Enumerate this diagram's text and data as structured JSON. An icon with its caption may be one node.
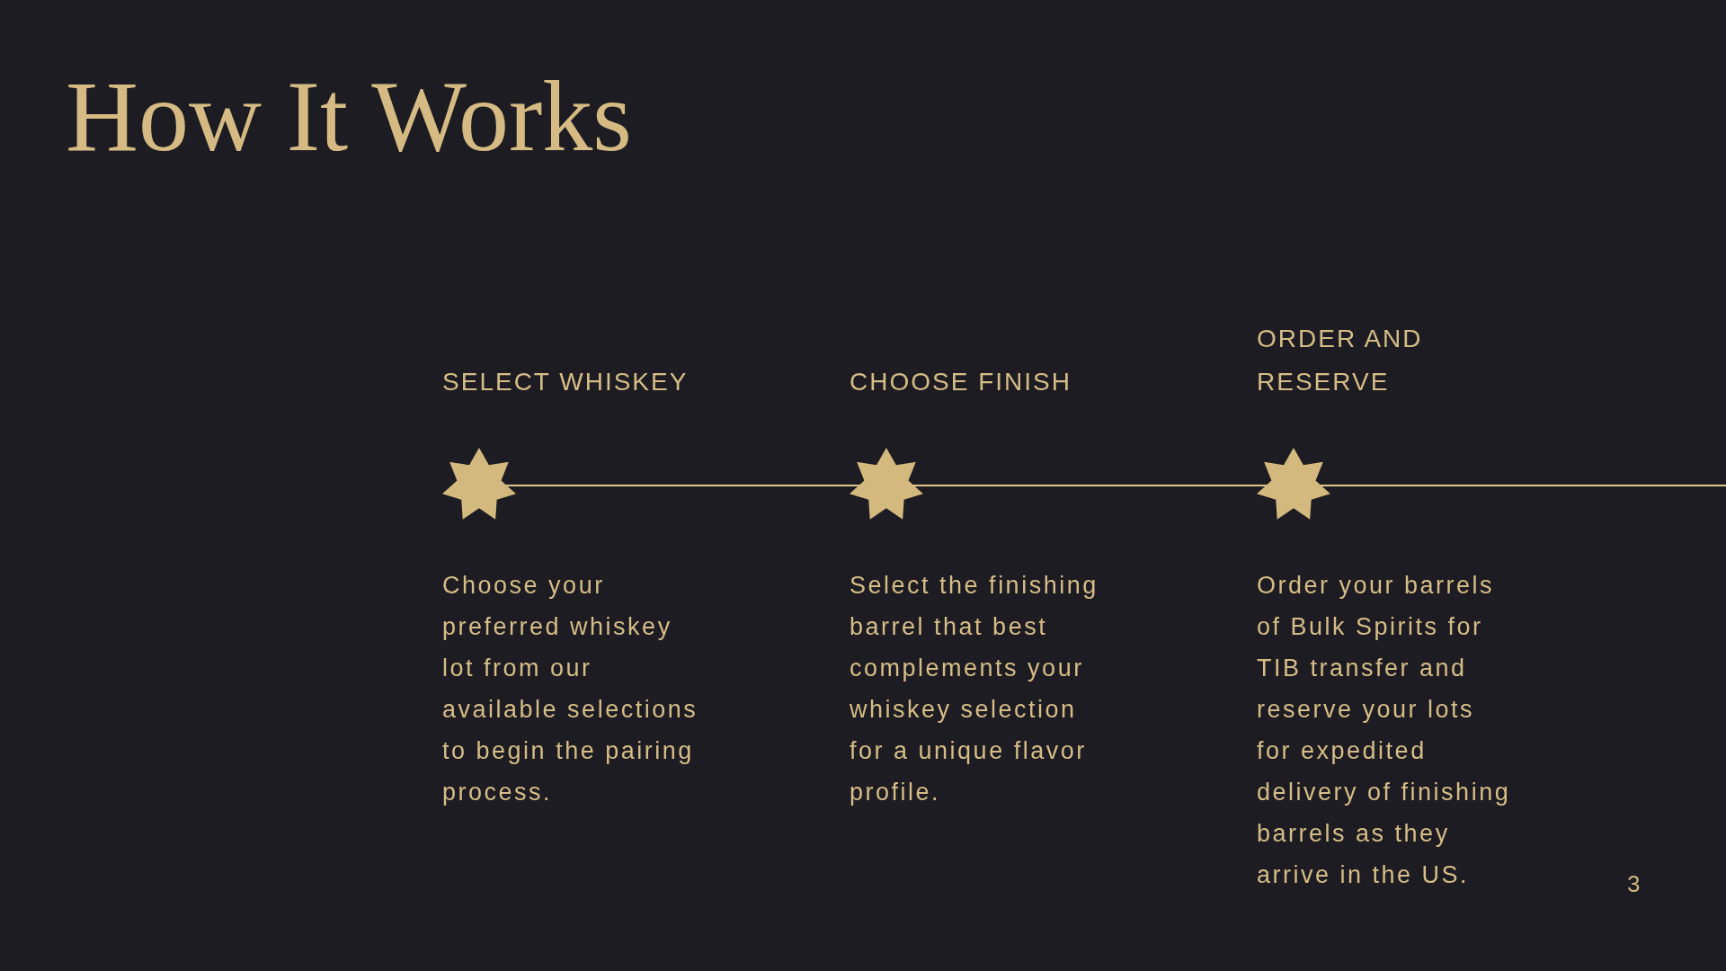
{
  "diagram": {
    "title": "How It Works",
    "nodes": [
      {
        "text": [],
        "shape": "star",
        "beside": [
          "SELECT WHISKEY",
          "Choose your preferred whiskey lot from our available selections to begin the pairing process."
        ]
      },
      {
        "text": [],
        "shape": "star",
        "beside": [
          "CHOOSE FINISH",
          "Select the finishing barrel that best complements your whiskey selection for a unique flavor profile."
        ]
      },
      {
        "text": [],
        "shape": "star",
        "beside": [
          "ORDER AND RESERVE",
          "Order your barrels of Bulk Spirits for TIB transfer and reserve your lots for expedited delivery of finishing barrels as they arrive in the US."
        ]
      }
    ],
    "edges": [
      {
        "from": 0,
        "to": 1,
        "arrow": "none"
      },
      {
        "from": 1,
        "to": 2,
        "arrow": "none"
      },
      {
        "from": 2,
        "to": null,
        "arrow": "none"
      }
    ],
    "labels": [
      "3"
    ]
  }
}
